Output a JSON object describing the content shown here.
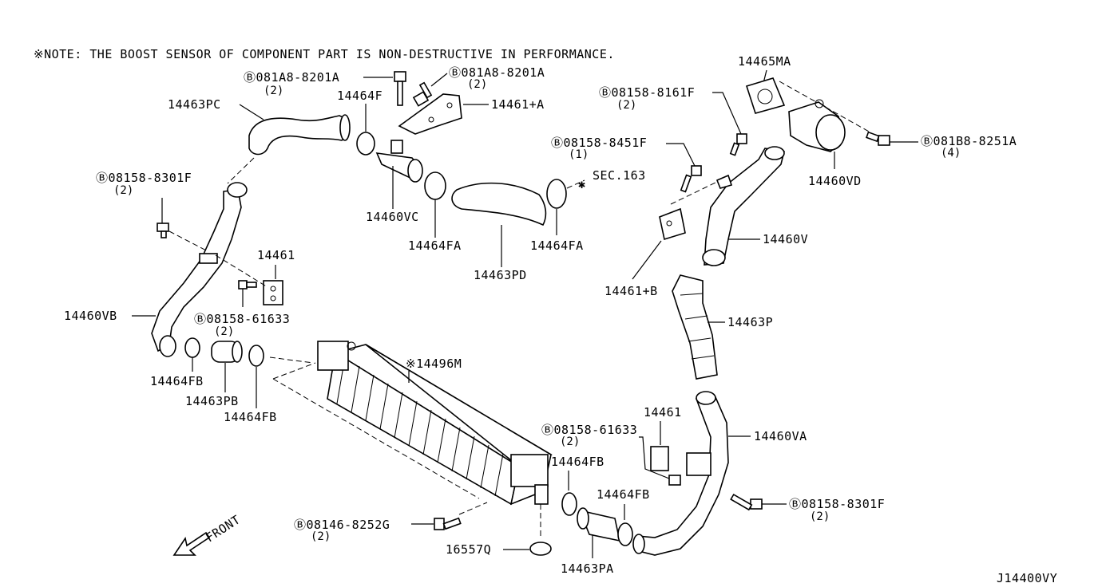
{
  "note": "※NOTE: THE BOOST SENSOR OF COMPONENT PART IS NON-DESTRUCTIVE IN PERFORMANCE.",
  "diagram_code": "J14400VY",
  "front_label": "FRONT",
  "parts": {
    "p14463PC": "14463PC",
    "p081A8_A": "Ⓑ081A8-8201A",
    "p081A8_A_qty": "(2)",
    "p081A8_B": "Ⓑ081A8-8201A",
    "p081A8_B_qty": "(2)",
    "p14464F": "14464F",
    "p14461A": "14461+A",
    "p08158_8301F_L": "Ⓑ08158-8301F",
    "p08158_8301F_L_qty": "(2)",
    "p14460VC": "14460VC",
    "p14464FA_1": "14464FA",
    "p14463PD": "14463PD",
    "p14464FA_2": "14464FA",
    "sec163": "SEC.163",
    "p14465MA": "14465MA",
    "p08158_8161F": "Ⓑ08158-8161F",
    "p08158_8161F_qty": "(2)",
    "p08158_8451F": "Ⓑ08158-8451F",
    "p08158_8451F_qty": "(1)",
    "p081B8_8251A": "Ⓑ081B8-8251A",
    "p081B8_8251A_qty": "(4)",
    "p14460VD": "14460VD",
    "p14460V": "14460V",
    "p14461B": "14461+B",
    "p14463P": "14463P",
    "p14461_L": "14461",
    "p08158_61633_L": "Ⓑ08158-61633",
    "p08158_61633_L_qty": "(2)",
    "p14460VB": "14460VB",
    "p14464FB_1": "14464FB",
    "p14463PB": "14463PB",
    "p14464FB_2": "14464FB",
    "p14496M": "※14496M",
    "p14461_R": "14461",
    "p08158_61633_R": "Ⓑ08158-61633",
    "p08158_61633_R_qty": "(2)",
    "p14464FB_3": "14464FB",
    "p14464FB_4": "14464FB",
    "p14460VA": "14460VA",
    "p08158_8301F_R": "Ⓑ08158-8301F",
    "p08158_8301F_R_qty": "(2)",
    "p08146_8252G": "Ⓑ08146-8252G",
    "p08146_8252G_qty": "(2)",
    "p16557Q": "16557Q",
    "p14463PA": "14463PA"
  }
}
